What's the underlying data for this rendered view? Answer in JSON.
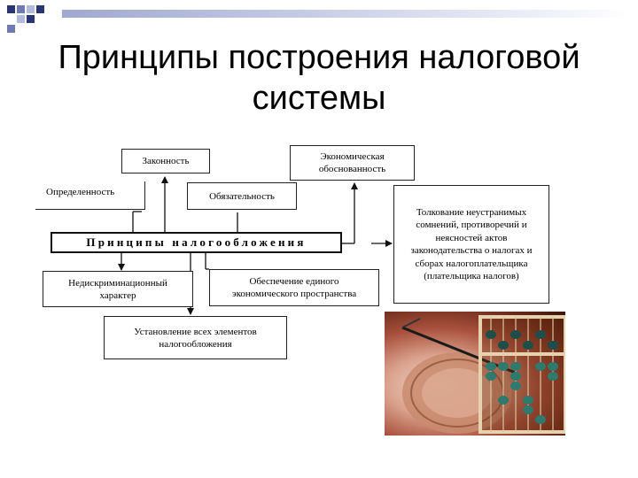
{
  "slide": {
    "title_line1": "Принципы построения налоговой",
    "title_line2": "системы"
  },
  "diagram": {
    "center": "Принципы налогообложения",
    "boxes": {
      "legality": "Законность",
      "economic_basis": "Экономическая обоснованность",
      "certainty": "Определенность",
      "obligation": "Обязательность",
      "interpretation": "Толкование неустранимых сомнений, противоречий и неясностей актов законодательства о налогах и сборах налогоплательщика (плательщика налогов)",
      "non_discrimination": "Недискриминационный характер",
      "single_space": "Обеспечение единого экономического пространства",
      "all_elements": "Установление всех элементов налогообложения"
    }
  },
  "colors": {
    "accent_dark": "#2a3574",
    "accent_mid": "#6f7ab3",
    "accent_light": "#b3bbdd"
  },
  "decor": {
    "photo_subject": "abacus-and-coin"
  }
}
